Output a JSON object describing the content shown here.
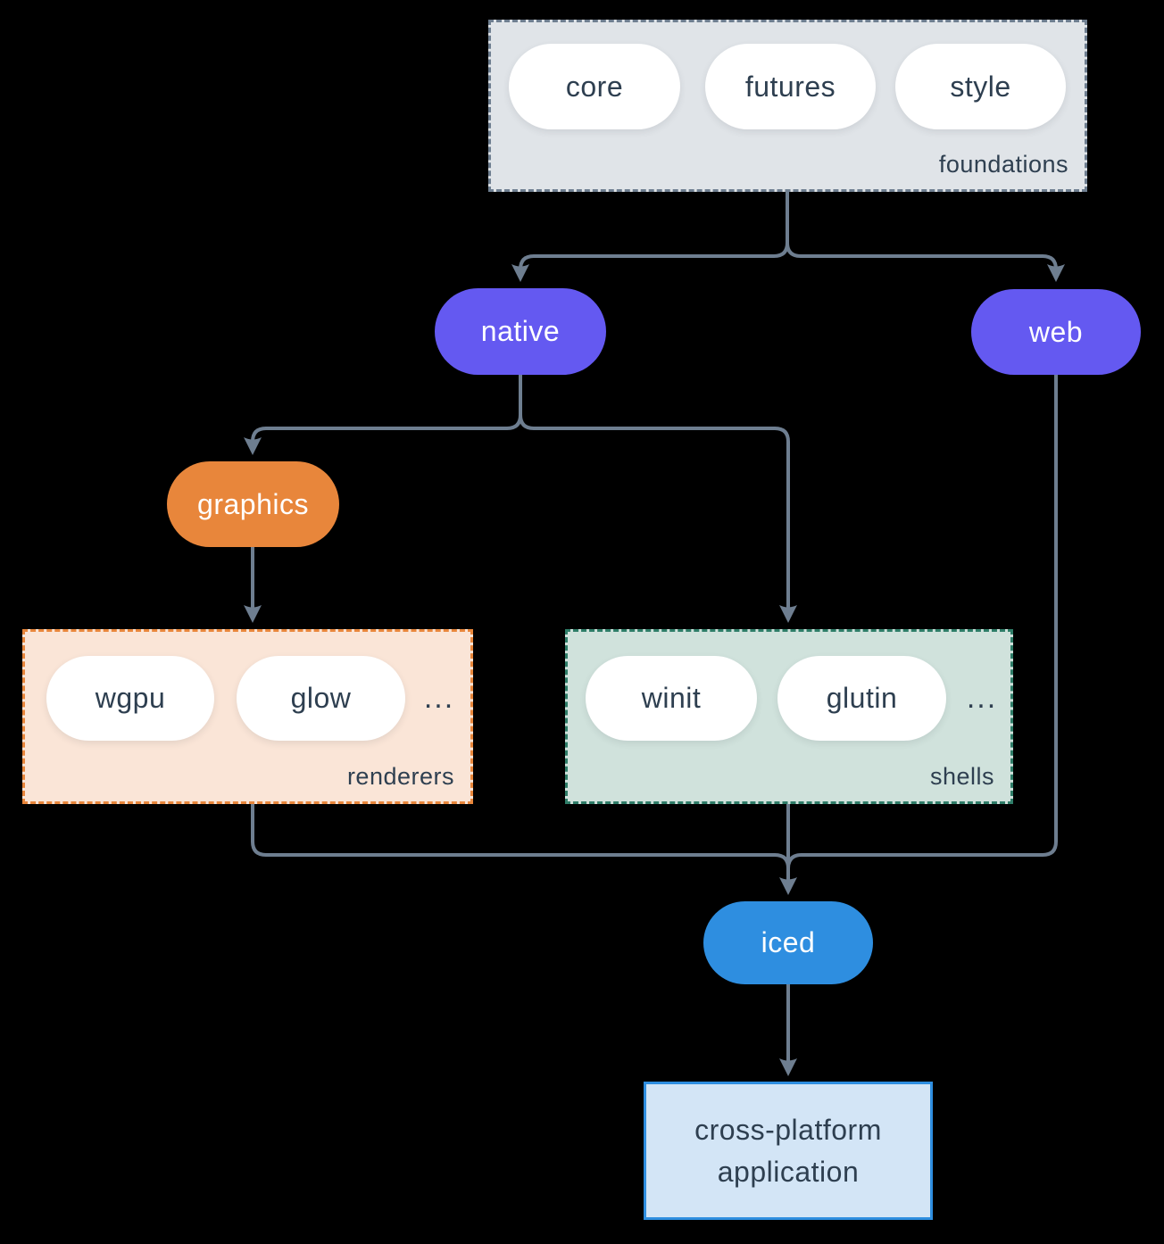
{
  "diagram": {
    "groups": {
      "foundations": {
        "label": "foundations",
        "items": [
          "core",
          "futures",
          "style"
        ]
      },
      "renderers": {
        "label": "renderers",
        "items": [
          "wgpu",
          "glow"
        ],
        "more": "..."
      },
      "shells": {
        "label": "shells",
        "items": [
          "winit",
          "glutin"
        ],
        "more": "..."
      }
    },
    "nodes": {
      "native": "native",
      "web": "web",
      "graphics": "graphics",
      "iced": "iced",
      "application": "cross-platform application"
    },
    "colors": {
      "background": "#000000",
      "arrow": "#6e7e90",
      "text_dark": "#2e3f50",
      "purple": "#6459f1",
      "orange": "#e8863b",
      "blue": "#2e8ee0",
      "foundations_fill": "#e0e4e8",
      "foundations_border": "#6e7e90",
      "renderers_fill": "#fae5d7",
      "renderers_border": "#e8863b",
      "shells_fill": "#d0e2dc",
      "shells_border": "#2e7d68",
      "application_fill": "#d3e5f6",
      "application_border": "#2e8ee0"
    }
  }
}
